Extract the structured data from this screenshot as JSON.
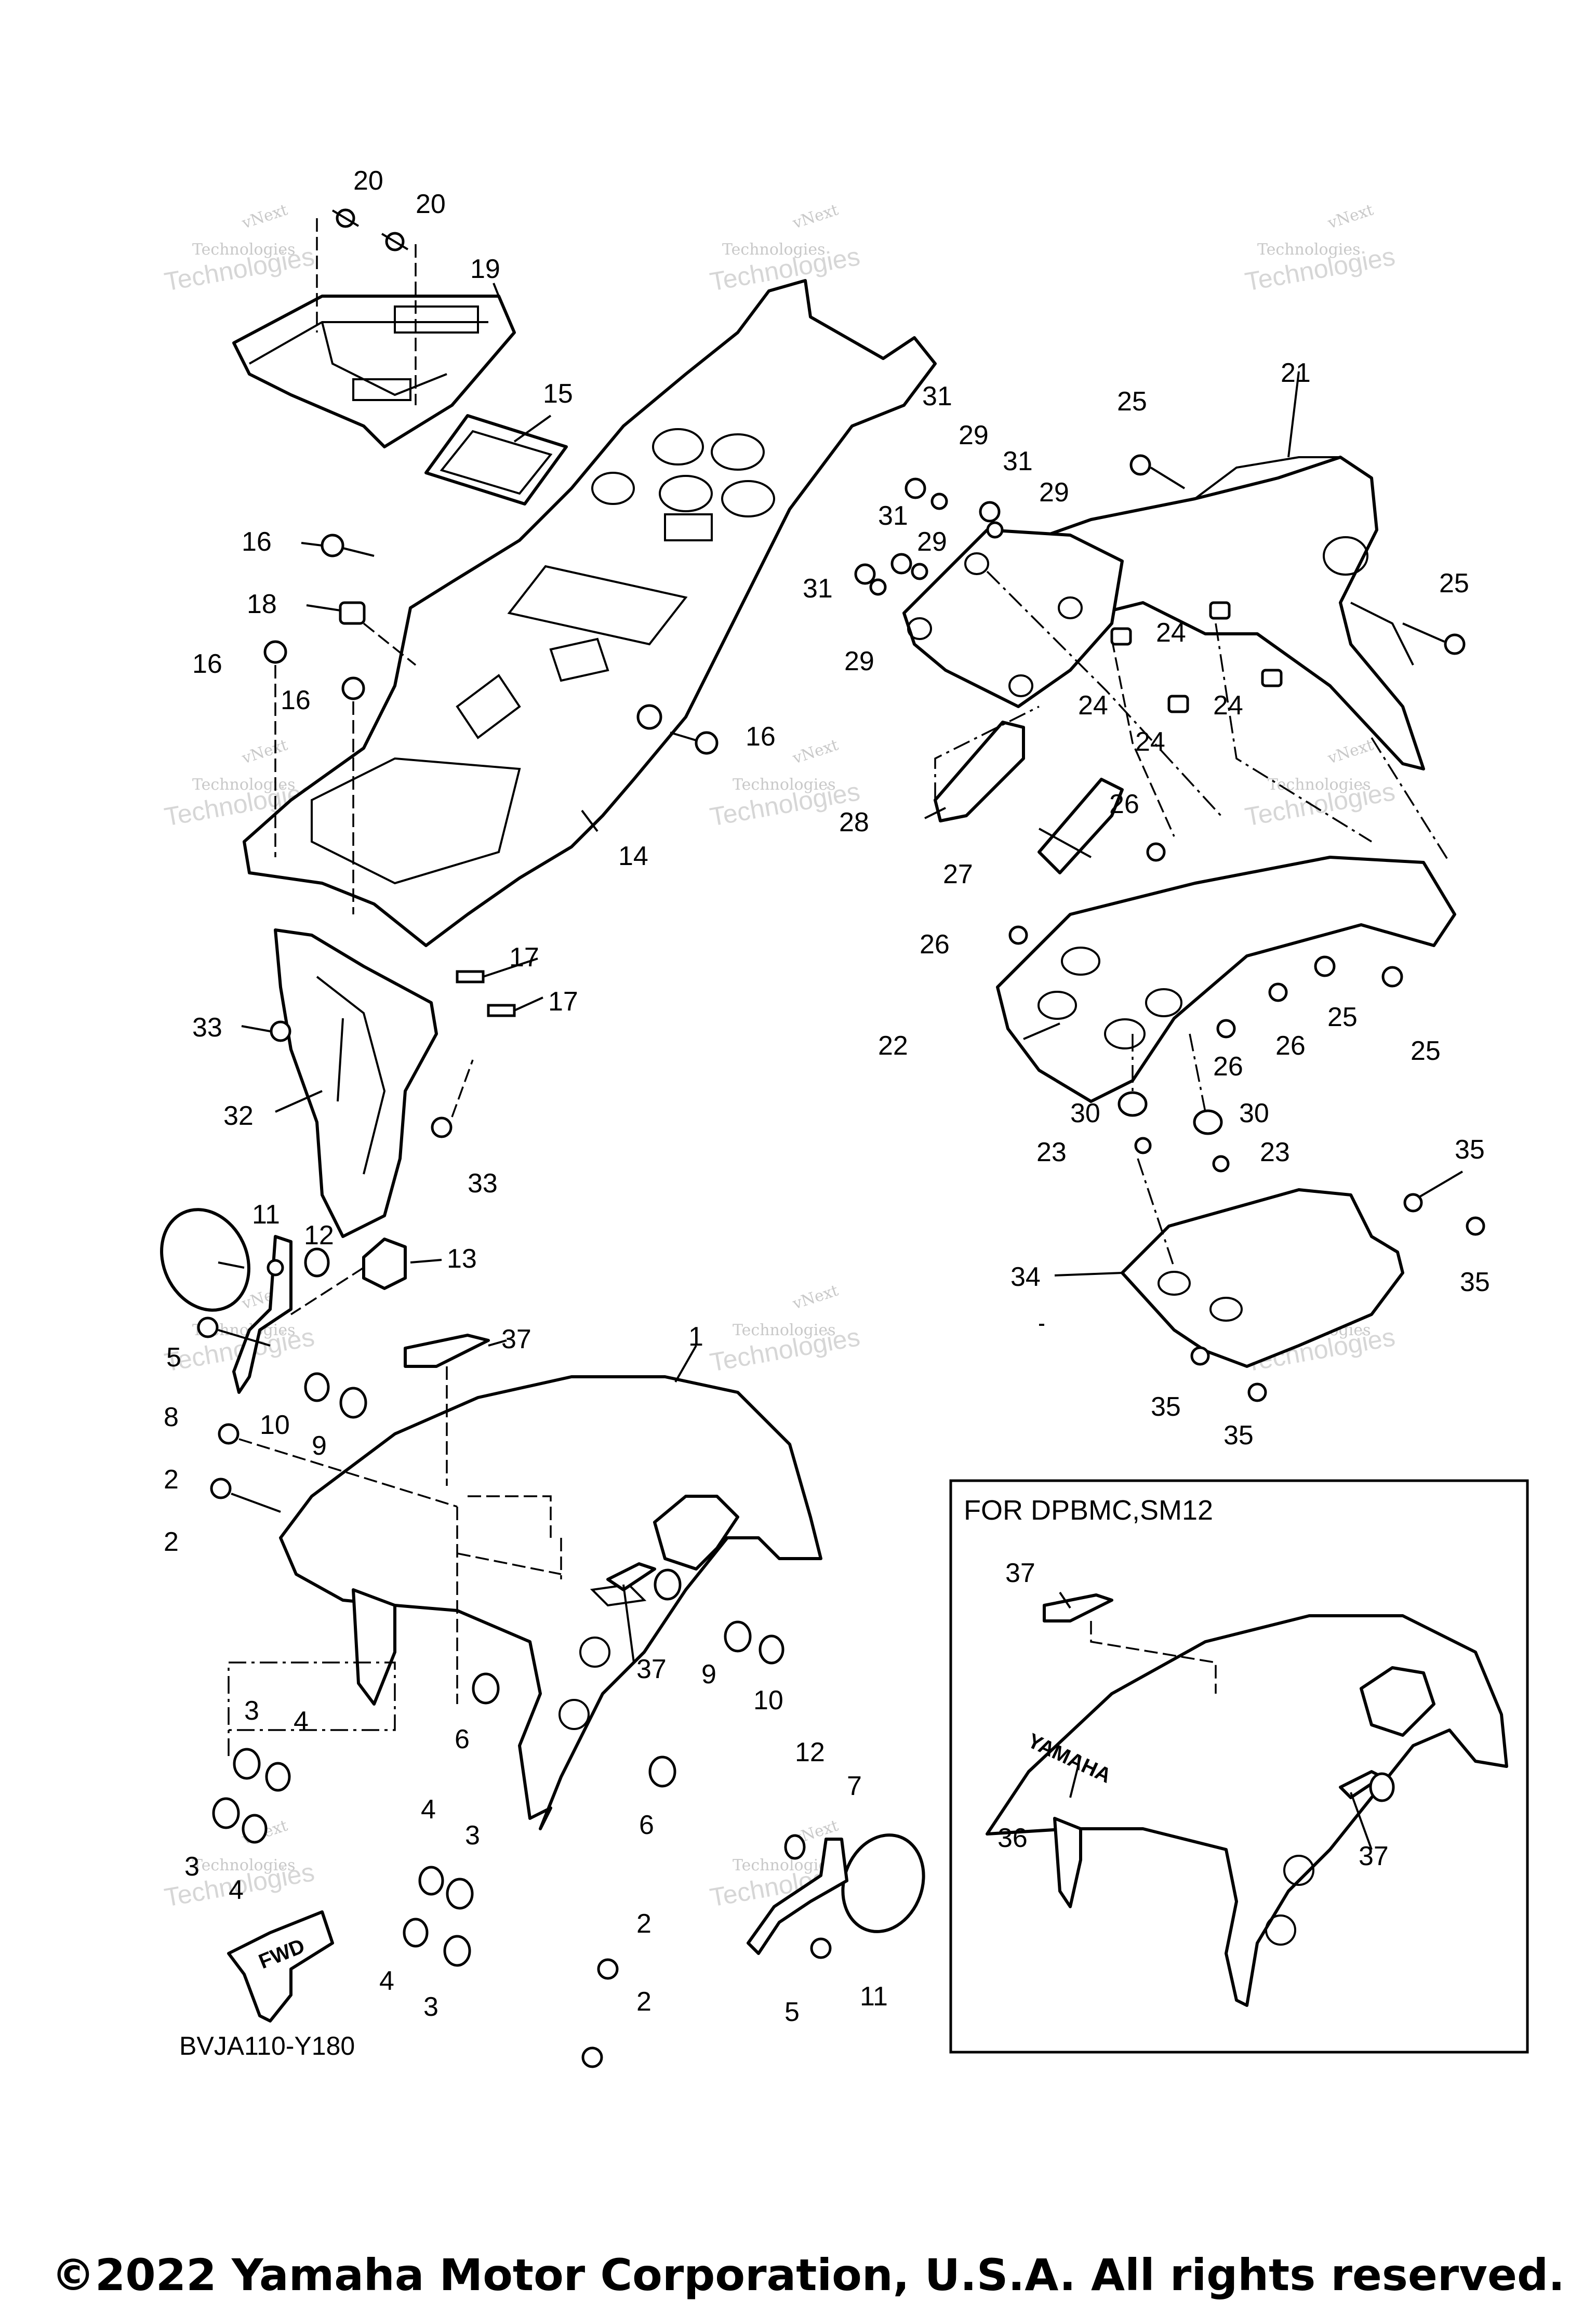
{
  "diagram_code": "BVJA110-Y180",
  "inset_title": "FOR DPBMC,SM12",
  "inset_logo_text": "YAMAHA",
  "fwd_label": "FWD",
  "copyright": "©2022 Yamaha Motor Corporation, U.S.A. All rights reserved.",
  "watermark": {
    "line1": "vNext",
    "line2": "Technologies",
    "big": "Technologies"
  },
  "callouts": {
    "c1": "1",
    "c2a": "2",
    "c2b": "2",
    "c2c": "2",
    "c2d": "2",
    "c3a": "3",
    "c3b": "3",
    "c3c": "3",
    "c3d": "3",
    "c4a": "4",
    "c4b": "4",
    "c4c": "4",
    "c4d": "4",
    "c5a": "5",
    "c5b": "5",
    "c6a": "6",
    "c6b": "6",
    "c7": "7",
    "c8": "8",
    "c9a": "9",
    "c9b": "9",
    "c10a": "10",
    "c10b": "10",
    "c11a": "11",
    "c11b": "11",
    "c12a": "12",
    "c12b": "12",
    "c13": "13",
    "c14": "14",
    "c15": "15",
    "c16a": "16",
    "c16b": "16",
    "c16c": "16",
    "c16d": "16",
    "c17a": "17",
    "c17b": "17",
    "c18": "18",
    "c19": "19",
    "c20a": "20",
    "c20b": "20",
    "c21": "21",
    "c22": "22",
    "c23a": "23",
    "c23b": "23",
    "c24a": "24",
    "c24b": "24",
    "c24c": "24",
    "c24d": "24",
    "c25a": "25",
    "c25b": "25",
    "c25c": "25",
    "c25d": "25",
    "c26a": "26",
    "c26b": "26",
    "c26c": "26",
    "c26d": "26",
    "c27": "27",
    "c28": "28",
    "c29a": "29",
    "c29b": "29",
    "c29c": "29",
    "c29d": "29",
    "c30a": "30",
    "c30b": "30",
    "c31a": "31",
    "c31b": "31",
    "c31c": "31",
    "c31d": "31",
    "c32": "32",
    "c33a": "33",
    "c33b": "33",
    "c34": "34",
    "c35a": "35",
    "c35b": "35",
    "c35c": "35",
    "c35d": "35",
    "c36": "36",
    "c37a": "37",
    "c37b": "37",
    "c37c": "37",
    "c37d": "37"
  }
}
